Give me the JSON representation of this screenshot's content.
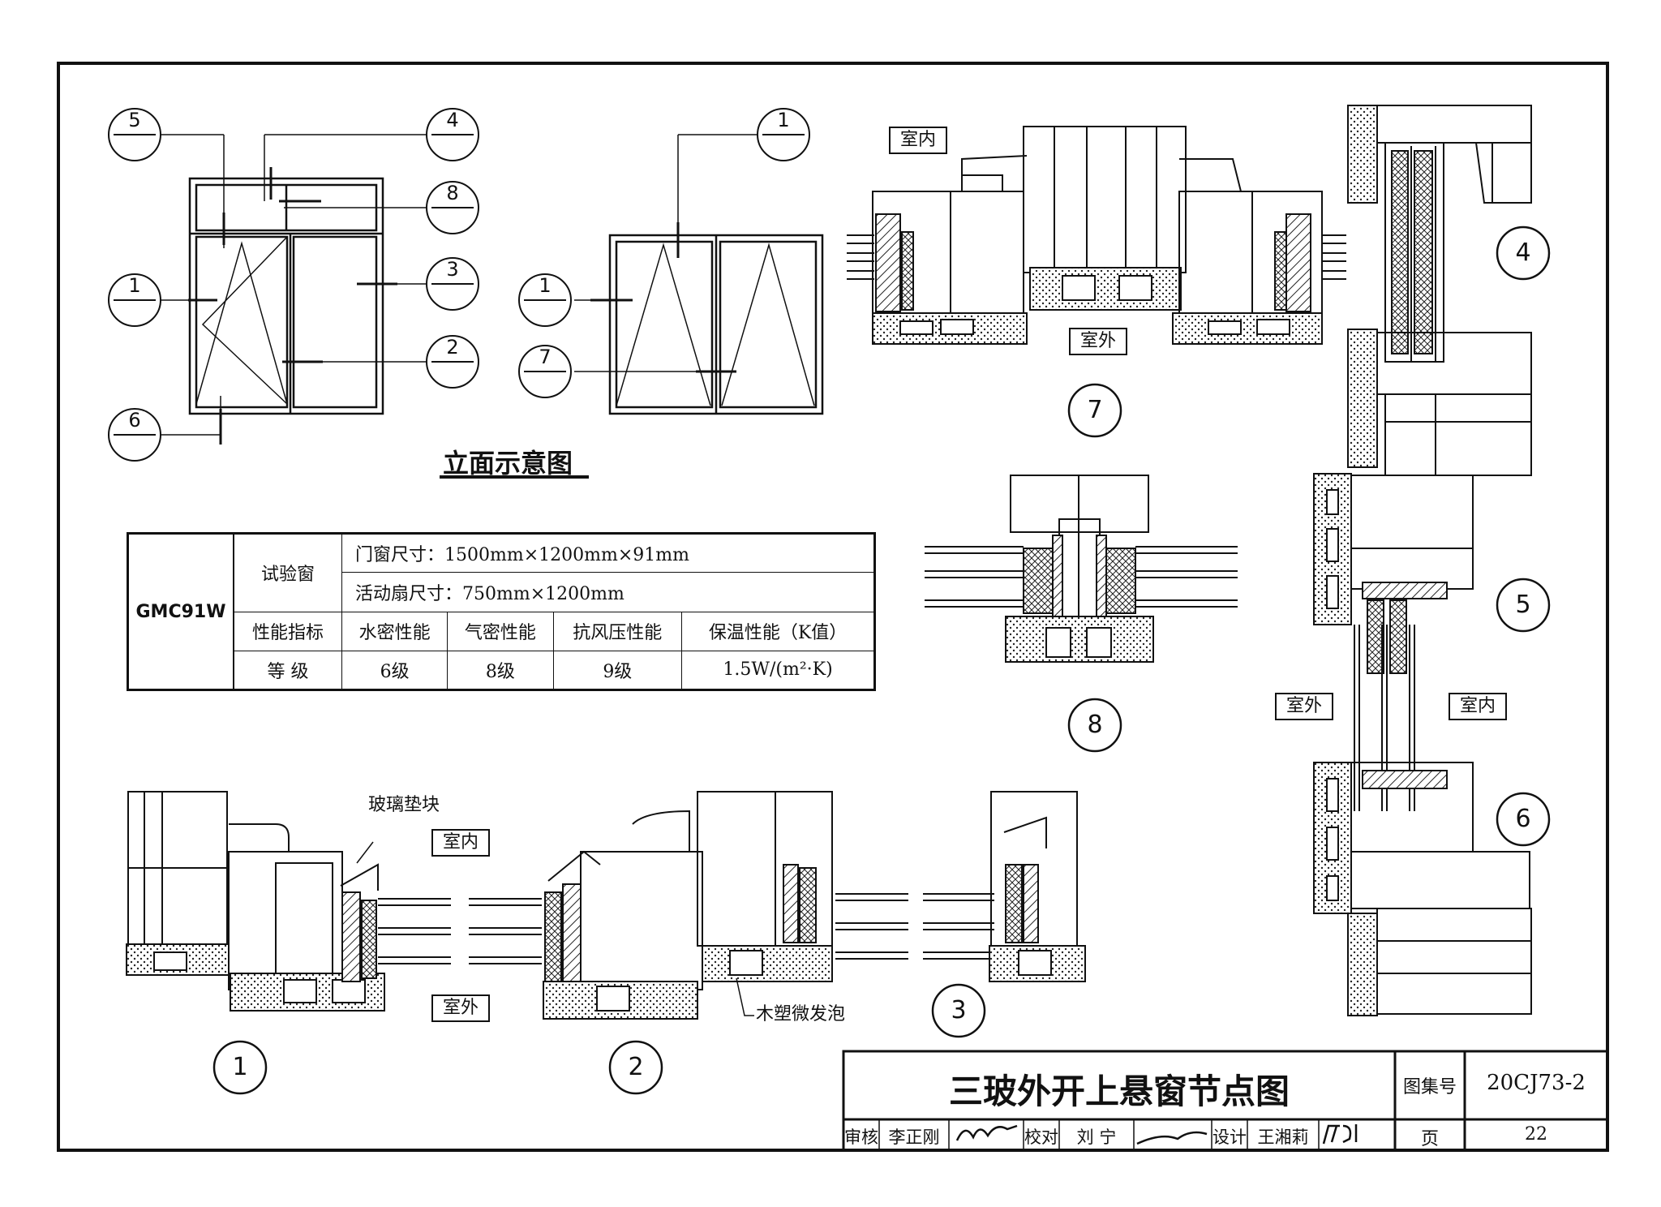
{
  "elevation": {
    "title": "立面示意图",
    "left_window_callouts": [
      "5",
      "4",
      "8",
      "1",
      "3",
      "2",
      "6"
    ],
    "right_window_callouts": [
      "1",
      "1",
      "7"
    ]
  },
  "labels": {
    "indoor": "室内",
    "outdoor": "室外",
    "glass_block": "玻璃垫块",
    "wpc_foam": "木塑微发泡"
  },
  "detail_numbers": [
    "1",
    "2",
    "3",
    "4",
    "5",
    "6",
    "7",
    "8"
  ],
  "performance_table": {
    "model": "GMC91W",
    "test_window_label": "试验窗",
    "window_size": "门窗尺寸：1500mm×1200mm×91mm",
    "sash_size": "活动扇尺寸：750mm×1200mm",
    "indicator_label": "性能指标",
    "grade_label": "等  级",
    "columns": [
      "水密性能",
      "气密性能",
      "抗风压性能",
      "保温性能（K值）"
    ],
    "grades": [
      "6级",
      "8级",
      "9级",
      "1.5W/(m²·K)"
    ]
  },
  "title_block": {
    "title": "三玻外开上悬窗节点图",
    "atlas_label": "图集号",
    "atlas_no": "20CJ73-2",
    "page_label": "页",
    "page_no": "22",
    "review_label": "审核",
    "reviewer": "李正刚",
    "check_label": "校对",
    "checker": "刘  宁",
    "design_label": "设计",
    "designer": "王湘莉"
  }
}
